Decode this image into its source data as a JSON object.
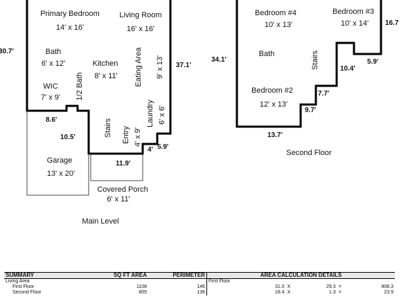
{
  "main_level": {
    "caption": "Main Level",
    "rooms": {
      "primary_bedroom": {
        "name": "Primary Bedroom",
        "size": "14' x 16'"
      },
      "living_room": {
        "name": "Living Room",
        "size": "16' x 16'"
      },
      "bath": {
        "name": "Bath",
        "size": "6' x 12'"
      },
      "kitchen": {
        "name": "Kitchen",
        "size": "8' x 11'"
      },
      "eating_area": {
        "name": "Eating Area",
        "size": "9' x 13'"
      },
      "half_bath": {
        "name": "1/2 Bath"
      },
      "wic": {
        "name": "WIC",
        "size": "7' x 9'"
      },
      "stairs": {
        "name": "Stairs"
      },
      "entry": {
        "name": "Entry",
        "size": "4' x 9'"
      },
      "laundry": {
        "name": "Laundry",
        "size": "6' x 6'"
      },
      "garage": {
        "name": "Garage",
        "size": "13' x 20'"
      },
      "covered_porch": {
        "name": "Covered Porch",
        "size": "6' x 11'"
      }
    },
    "dimensions": {
      "left": "30.7'",
      "right": "37.1'",
      "step1": "8.6'",
      "step2": "10.5'",
      "entry_w": "4'",
      "entry_side": "5.9'",
      "porch": "11.9'"
    }
  },
  "second_floor": {
    "caption": "Second Floor",
    "rooms": {
      "bedroom4": {
        "name": "Bedroom #4",
        "size": "10' x 13'"
      },
      "bedroom3": {
        "name": "Bedroom #3",
        "size": "10' x 14'"
      },
      "bath": {
        "name": "Bath"
      },
      "stairs": {
        "name": "Stairs"
      },
      "bedroom2": {
        "name": "Bedroom #2",
        "size": "12' x 13'"
      }
    },
    "dimensions": {
      "left": "34.1'",
      "right": "16.7'",
      "step_a": "5.9'",
      "step_b": "10.4'",
      "step_c": "7.7'",
      "step_d": "9.7'",
      "bottom": "13.7'"
    }
  },
  "summary": {
    "headers": {
      "summary": "SUMMARY",
      "sqft": "SQ FT AREA",
      "perimeter": "PERIMETER",
      "calc": "AREA CALCULATION DETAILS"
    },
    "rows": [
      {
        "label": "Living Area",
        "sqft": "",
        "perimeter": "",
        "calc_label": "First Floor",
        "a": "",
        "x": "",
        "b": "",
        "eq": "",
        "result": ""
      },
      {
        "label": "First Floor",
        "sqft": "1108",
        "perimeter": "146",
        "calc_label": "",
        "a": "31.0",
        "x": "X",
        "b": "29.3",
        "eq": "=",
        "result": "908.3"
      },
      {
        "label": "Second Floor",
        "sqft": "805",
        "perimeter": "136",
        "calc_label": "",
        "a": "18.4",
        "x": "X",
        "b": "1.3",
        "eq": "=",
        "result": "23.9"
      }
    ]
  }
}
